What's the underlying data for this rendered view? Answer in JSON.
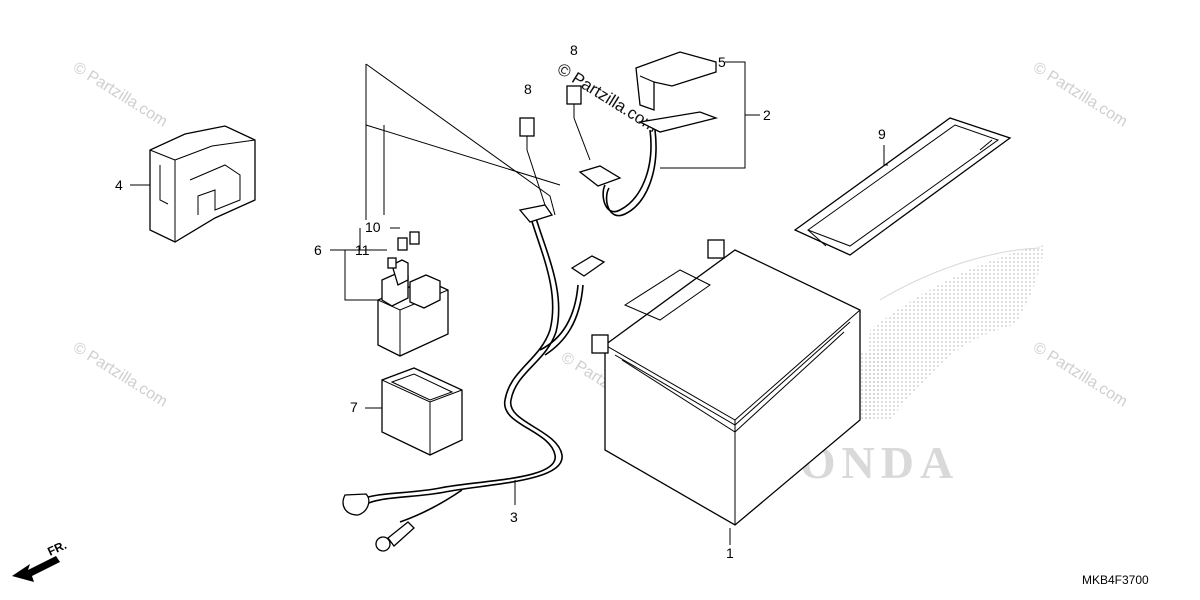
{
  "diagram": {
    "callouts": [
      {
        "id": "callout-1",
        "label": "1"
      },
      {
        "id": "callout-2",
        "label": "2"
      },
      {
        "id": "callout-3",
        "label": "3"
      },
      {
        "id": "callout-4",
        "label": "4"
      },
      {
        "id": "callout-5",
        "label": "5"
      },
      {
        "id": "callout-6",
        "label": "6"
      },
      {
        "id": "callout-7",
        "label": "7"
      },
      {
        "id": "callout-8a",
        "label": "8"
      },
      {
        "id": "callout-8b",
        "label": "8"
      },
      {
        "id": "callout-9",
        "label": "9"
      },
      {
        "id": "callout-10",
        "label": "10"
      },
      {
        "id": "callout-11",
        "label": "11"
      }
    ],
    "diagram_code": "MKB4F3700",
    "direction_label": "FR.",
    "brand_text": "HONDA",
    "watermark_text": "© Partzilla.com"
  },
  "colors": {
    "line": "#000000",
    "watermark": "#cfcfcf",
    "brand_logo": "#d9d9d9",
    "background": "#ffffff"
  },
  "icons": [
    "front-direction-arrow-icon",
    "honda-wing-logo"
  ]
}
